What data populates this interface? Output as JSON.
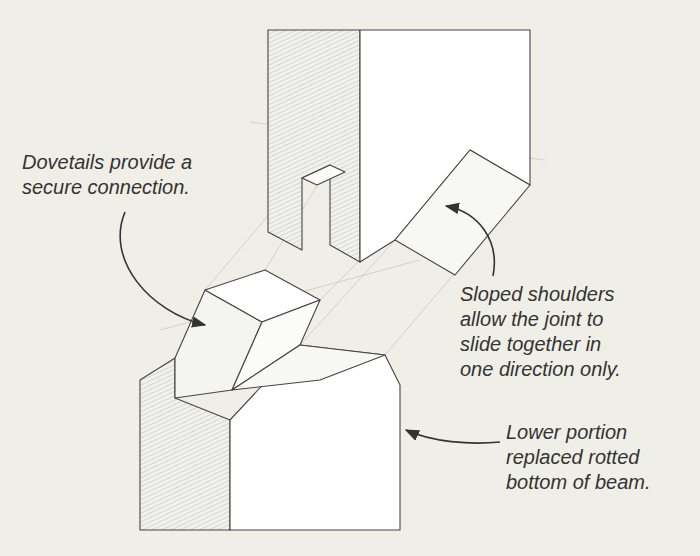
{
  "diagram": {
    "labels": [
      "Dovetails provide a secure connection.",
      "Sloped shoulders allow the joint to slide together in one direction only.",
      "Lower portion replaced rotted bottom of beam."
    ]
  }
}
